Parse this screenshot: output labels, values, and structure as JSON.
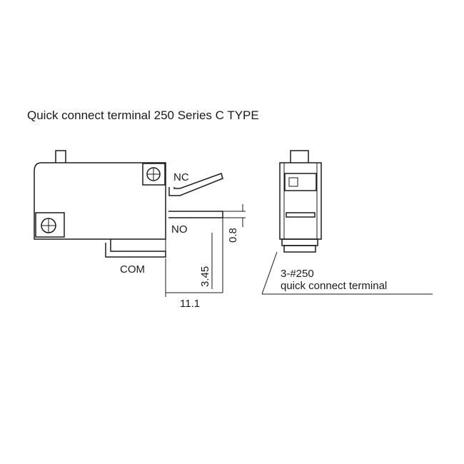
{
  "title": "Quick connect terminal 250 Series C TYPE",
  "side_view": {
    "terminals": {
      "nc": "NC",
      "no": "NO",
      "com": "COM"
    },
    "dimensions": {
      "width": "11.1",
      "height": "3.45",
      "thickness": "0.8"
    }
  },
  "end_view": {
    "callout_line1": "3-#250",
    "callout_line2": "quick connect terminal"
  }
}
